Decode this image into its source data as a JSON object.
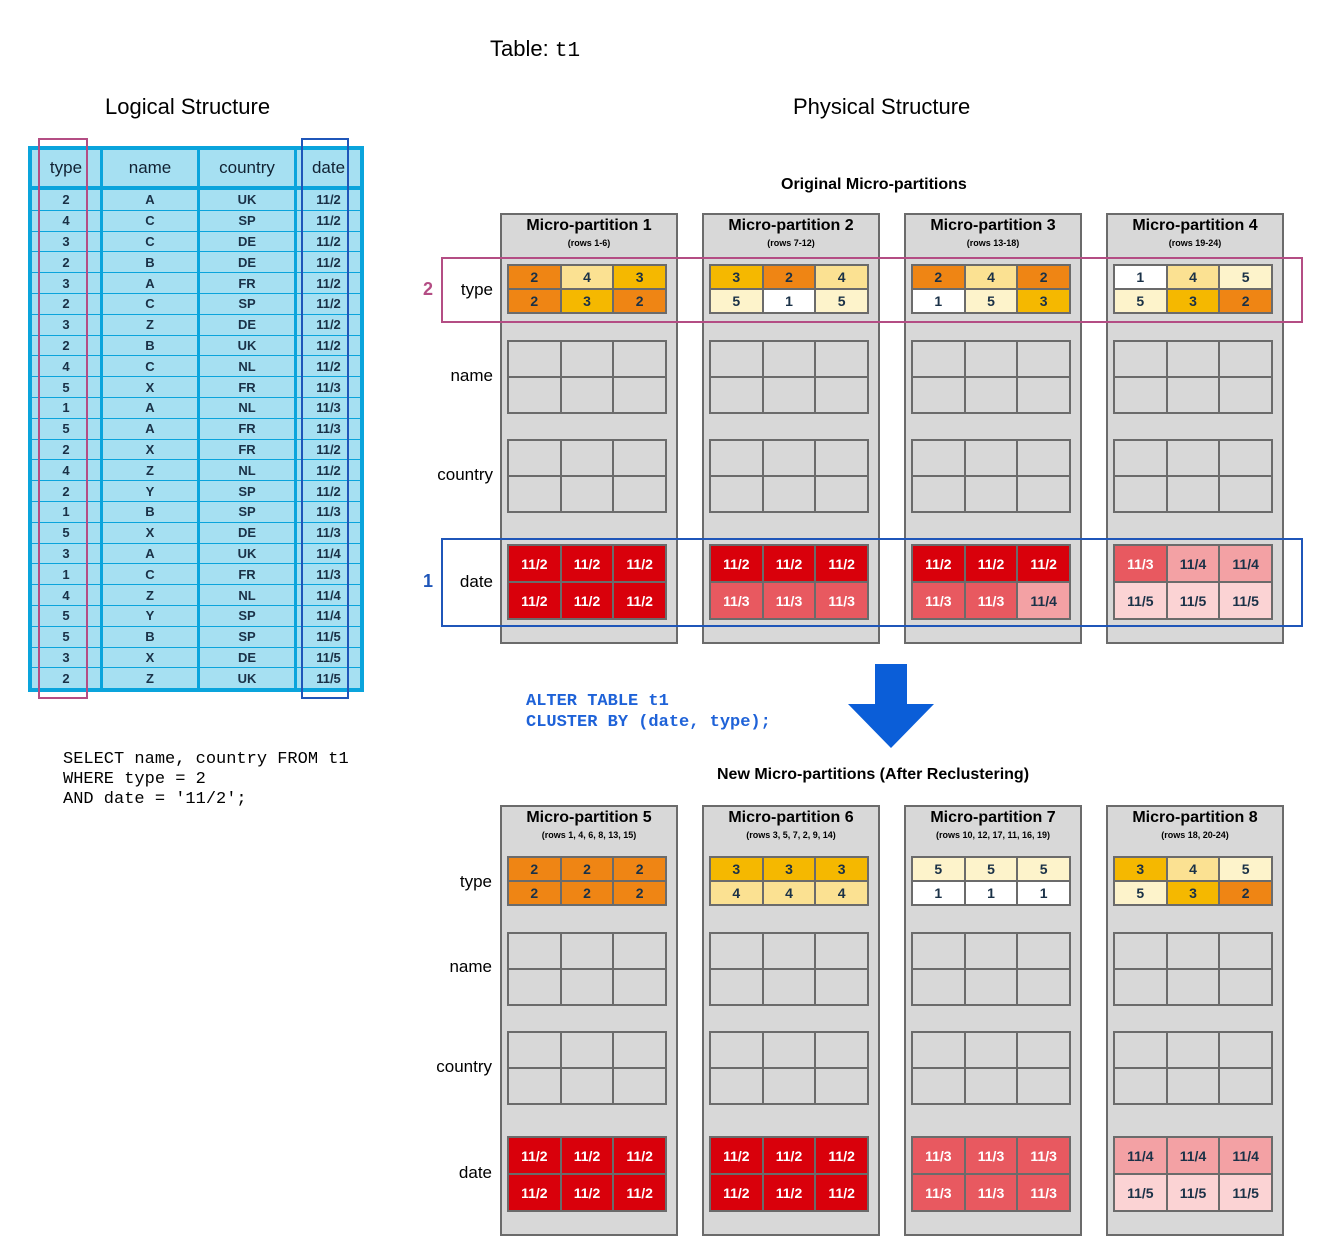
{
  "title": {
    "label": "Table:",
    "name": "t1"
  },
  "logical_heading": "Logical Structure",
  "physical_heading": "Physical Structure",
  "original_heading": "Original Micro-partitions",
  "new_heading": "New Micro-partitions (After Reclustering)",
  "logical_table": {
    "headers": [
      "type",
      "name",
      "country",
      "date"
    ],
    "rows": [
      [
        "2",
        "A",
        "UK",
        "11/2"
      ],
      [
        "4",
        "C",
        "SP",
        "11/2"
      ],
      [
        "3",
        "C",
        "DE",
        "11/2"
      ],
      [
        "2",
        "B",
        "DE",
        "11/2"
      ],
      [
        "3",
        "A",
        "FR",
        "11/2"
      ],
      [
        "2",
        "C",
        "SP",
        "11/2"
      ],
      [
        "3",
        "Z",
        "DE",
        "11/2"
      ],
      [
        "2",
        "B",
        "UK",
        "11/2"
      ],
      [
        "4",
        "C",
        "NL",
        "11/2"
      ],
      [
        "5",
        "X",
        "FR",
        "11/3"
      ],
      [
        "1",
        "A",
        "NL",
        "11/3"
      ],
      [
        "5",
        "A",
        "FR",
        "11/3"
      ],
      [
        "2",
        "X",
        "FR",
        "11/2"
      ],
      [
        "4",
        "Z",
        "NL",
        "11/2"
      ],
      [
        "2",
        "Y",
        "SP",
        "11/2"
      ],
      [
        "1",
        "B",
        "SP",
        "11/3"
      ],
      [
        "5",
        "X",
        "DE",
        "11/3"
      ],
      [
        "3",
        "A",
        "UK",
        "11/4"
      ],
      [
        "1",
        "C",
        "FR",
        "11/3"
      ],
      [
        "4",
        "Z",
        "NL",
        "11/4"
      ],
      [
        "5",
        "Y",
        "SP",
        "11/4"
      ],
      [
        "5",
        "B",
        "SP",
        "11/5"
      ],
      [
        "3",
        "X",
        "DE",
        "11/5"
      ],
      [
        "2",
        "Z",
        "UK",
        "11/5"
      ]
    ]
  },
  "query": "SELECT name, country FROM t1\nWHERE type = 2\nAND date = '11/2';",
  "alter_statement": "ALTER TABLE t1\nCLUSTER BY (date, type);",
  "row_labels": {
    "type": "type",
    "name": "name",
    "country": "country",
    "date": "date"
  },
  "markers": {
    "type": "2",
    "date": "1"
  },
  "colors": {
    "type_1": "#ffffff",
    "type_2": "#ef8514",
    "type_3": "#f5b800",
    "type_4": "#fbe192",
    "type_5": "#fdf3cb",
    "date_11_2": "#d9000b",
    "date_11_3": "#e85960",
    "date_11_4": "#f3a1a4",
    "date_11_5": "#fbd3d4",
    "partition_bg": "#d8d8d8",
    "type_highlight": "#b44d84",
    "date_highlight": "#1f56b9",
    "table_bg": "#a6e0f2",
    "table_border": "#0aa4dc",
    "sql_accent": "#1e62d8"
  },
  "original_partitions": [
    {
      "title": "Micro-partition 1",
      "rows": "(rows 1-6)",
      "type": [
        "2",
        "4",
        "3",
        "2",
        "3",
        "2"
      ],
      "date": [
        "11/2",
        "11/2",
        "11/2",
        "11/2",
        "11/2",
        "11/2"
      ]
    },
    {
      "title": "Micro-partition 2",
      "rows": "(rows 7-12)",
      "type": [
        "3",
        "2",
        "4",
        "5",
        "1",
        "5"
      ],
      "date": [
        "11/2",
        "11/2",
        "11/2",
        "11/3",
        "11/3",
        "11/3"
      ]
    },
    {
      "title": "Micro-partition 3",
      "rows": "(rows 13-18)",
      "type": [
        "2",
        "4",
        "2",
        "1",
        "5",
        "3"
      ],
      "date": [
        "11/2",
        "11/2",
        "11/2",
        "11/3",
        "11/3",
        "11/4"
      ]
    },
    {
      "title": "Micro-partition 4",
      "rows": "(rows 19-24)",
      "type": [
        "1",
        "4",
        "5",
        "5",
        "3",
        "2"
      ],
      "date": [
        "11/3",
        "11/4",
        "11/4",
        "11/5",
        "11/5",
        "11/5"
      ]
    }
  ],
  "new_partitions": [
    {
      "title": "Micro-partition 5",
      "rows": "(rows 1, 4, 6, 8, 13, 15)",
      "type": [
        "2",
        "2",
        "2",
        "2",
        "2",
        "2"
      ],
      "date": [
        "11/2",
        "11/2",
        "11/2",
        "11/2",
        "11/2",
        "11/2"
      ]
    },
    {
      "title": "Micro-partition 6",
      "rows": "(rows 3, 5, 7, 2, 9, 14)",
      "type": [
        "3",
        "3",
        "3",
        "4",
        "4",
        "4"
      ],
      "date": [
        "11/2",
        "11/2",
        "11/2",
        "11/2",
        "11/2",
        "11/2"
      ]
    },
    {
      "title": "Micro-partition 7",
      "rows": "(rows 10, 12, 17, 11, 16, 19)",
      "type": [
        "5",
        "5",
        "5",
        "1",
        "1",
        "1"
      ],
      "date": [
        "11/3",
        "11/3",
        "11/3",
        "11/3",
        "11/3",
        "11/3"
      ]
    },
    {
      "title": "Micro-partition 8",
      "rows": "(rows 18, 20-24)",
      "type": [
        "3",
        "4",
        "5",
        "5",
        "3",
        "2"
      ],
      "date": [
        "11/4",
        "11/4",
        "11/4",
        "11/5",
        "11/5",
        "11/5"
      ]
    }
  ]
}
